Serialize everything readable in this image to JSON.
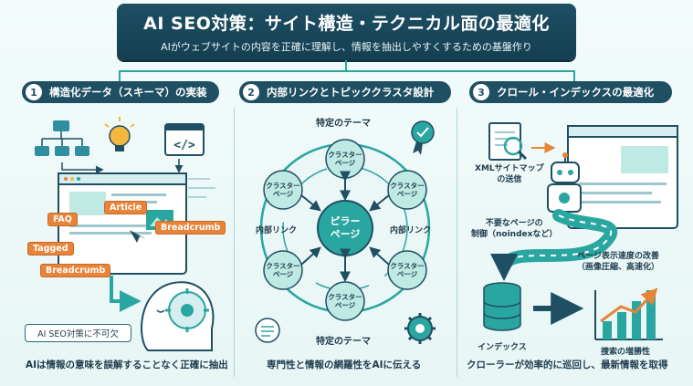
{
  "header": {
    "title": "AI SEO対策：サイト構造・テクニカル面の最適化",
    "subtitle": "AIがウェブサイトの内容を正確に理解し、情報を抽出しやすくするための基盤作り"
  },
  "sections": [
    {
      "num": "1",
      "title": "構造化データ（スキーマ）の実装",
      "tags": [
        "FAQ",
        "Article",
        "Breadcrumb",
        "Tagged",
        "Breadcrumb"
      ],
      "note": "AI SEO対策に不可欠",
      "caption": "AIは情報の意味を誤解することなく正確に抽出"
    },
    {
      "num": "2",
      "title": "内部リンクとトピッククラスタ設計",
      "top_label": "特定のテーマ",
      "bottom_label": "特定のテーマ",
      "pillar": "ピラー\nページ",
      "cluster": "クラスター\nページ",
      "link_left": "内部リンク",
      "link_right": "内部リンク",
      "caption": "専門性と情報の網羅性をAIに伝える"
    },
    {
      "num": "3",
      "title": "クロール・インデックスの最適化",
      "sitemap": "XMLサイトマップ\nの送信",
      "noindex": "不要なページの\n制御（noindexなど）",
      "speed": "ページ表示速度の改善\n（画像圧縮、高速化）",
      "index_label": "インデックス",
      "growth_label": "捜索の増勝性",
      "caption": "クローラーが効率的に巡回し、最新情報を取得"
    }
  ],
  "colors": {
    "navy": "#1f4f62",
    "teal": "#2aa6a0",
    "orange": "#e8833a",
    "mint": "#bfe9e3"
  }
}
